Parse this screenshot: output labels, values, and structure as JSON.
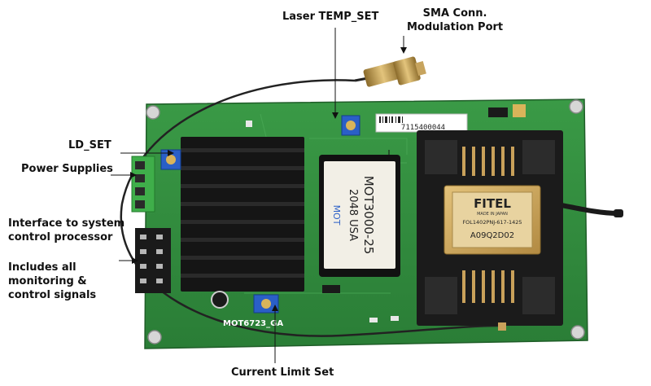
{
  "colors": {
    "pcb": "#2f8a3c",
    "pcb_dark": "#1f6a2c",
    "heatsink": "#151515",
    "label_text": "#111111",
    "trimmer_blue": "#2a5fc7",
    "terminal_green": "#3fae4a",
    "gold": "#c9a15a"
  },
  "callouts": {
    "laser_temp_set": "Laser TEMP_SET",
    "sma_line1": "SMA Conn.",
    "sma_line2": "Modulation Port",
    "ld_set": "LD_SET",
    "power_supplies": "Power Supplies",
    "interface_line1": "Interface to system",
    "interface_line2": "control processor",
    "includes_line1": "Includes all",
    "includes_line2": "monitoring &",
    "includes_line3": "control signals",
    "current_limit_set": "Current Limit Set"
  },
  "board_text": {
    "module_line1": "MOT3000-25",
    "module_line2": "2048  USA",
    "module_brand": "MOT",
    "laser_brand": "FITEL",
    "laser_made": "MADE IN JAPAN",
    "laser_part": "FOL1402PNJ-617-1425",
    "laser_serial": "A09Q2D02",
    "barcode_text": "7115400044",
    "board_name": "MOT6723_GA"
  }
}
